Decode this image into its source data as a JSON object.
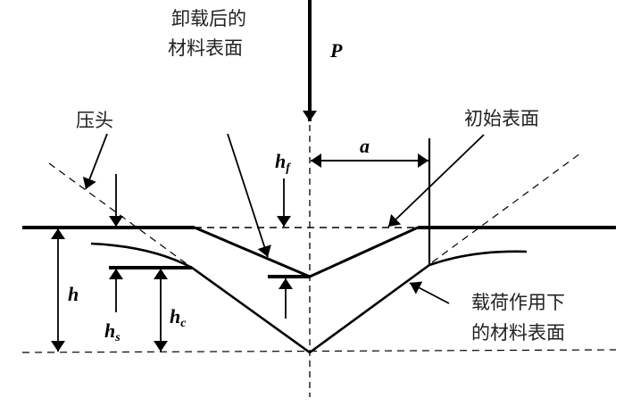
{
  "labels": {
    "force": "P",
    "unloaded_surface": [
      "卸载后的",
      "材料表面"
    ],
    "indenter": "压头",
    "initial_surface": "初始表面",
    "loaded_surface": [
      "载荷作用下",
      "的材料表面"
    ],
    "contact_radius": "a",
    "h_main": "h",
    "h_f": {
      "base": "h",
      "sub": "f"
    },
    "h_s": {
      "base": "h",
      "sub": "s"
    },
    "h_c": {
      "base": "h",
      "sub": "c"
    }
  }
}
